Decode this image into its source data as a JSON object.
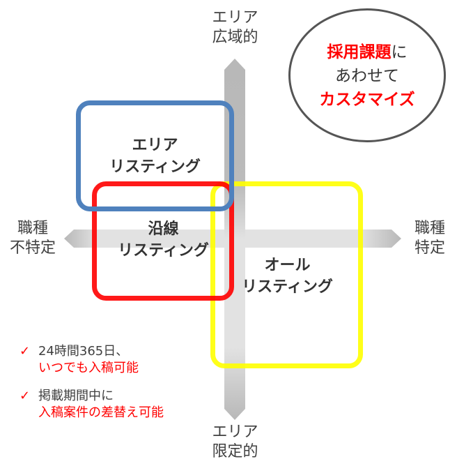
{
  "axes": {
    "top": [
      "エリア",
      "広域的"
    ],
    "bottom": [
      "エリア",
      "限定的"
    ],
    "left": [
      "職種",
      "不特定"
    ],
    "right": [
      "職種",
      "特定"
    ]
  },
  "boxes": {
    "area": {
      "lines": [
        "エリア",
        "リスティング"
      ],
      "color": "#4f81bd"
    },
    "ensen": {
      "lines": [
        "沿線",
        "リスティング"
      ],
      "color": "#ff0000"
    },
    "all": {
      "lines": [
        "オール",
        "リスティング"
      ],
      "color": "#ffff00"
    }
  },
  "callout": {
    "highlight": "採用課題",
    "suffix": "に",
    "line2": "あわせて",
    "line3": "カスタマイズ"
  },
  "notes": [
    {
      "check": "✓",
      "line1": "24時間365日、",
      "line2": "いつでも入稿可能"
    },
    {
      "check": "✓",
      "line1": "掲載期間中に",
      "line2": "入稿案件の差替え可能"
    }
  ]
}
